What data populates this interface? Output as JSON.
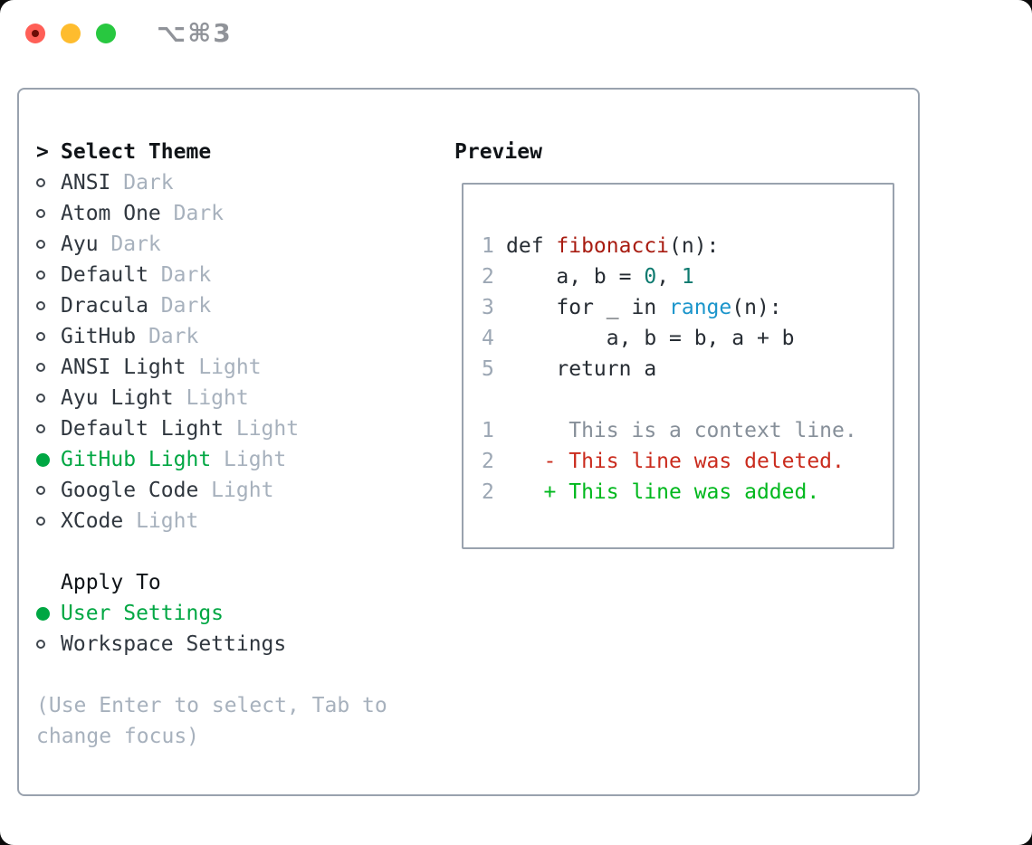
{
  "window": {
    "shortcut_label": "⌥⌘3",
    "traffic_lights": [
      {
        "name": "close",
        "color": "#ff5f57"
      },
      {
        "name": "minimize",
        "color": "#febc2e"
      },
      {
        "name": "zoom",
        "color": "#28c840"
      }
    ]
  },
  "theme_picker": {
    "header": "Select Theme",
    "header_marker": ">",
    "items": [
      {
        "name": "ANSI",
        "tag": "Dark",
        "selected": false
      },
      {
        "name": "Atom One",
        "tag": "Dark",
        "selected": false
      },
      {
        "name": "Ayu",
        "tag": "Dark",
        "selected": false
      },
      {
        "name": "Default",
        "tag": "Dark",
        "selected": false
      },
      {
        "name": "Dracula",
        "tag": "Dark",
        "selected": false
      },
      {
        "name": "GitHub",
        "tag": "Dark",
        "selected": false
      },
      {
        "name": "ANSI Light",
        "tag": "Light",
        "selected": false
      },
      {
        "name": "Ayu Light",
        "tag": "Light",
        "selected": false
      },
      {
        "name": "Default Light",
        "tag": "Light",
        "selected": false
      },
      {
        "name": "GitHub Light",
        "tag": "Light",
        "selected": true
      },
      {
        "name": "Google Code",
        "tag": "Light",
        "selected": false
      },
      {
        "name": "XCode",
        "tag": "Light",
        "selected": false
      }
    ]
  },
  "apply_to": {
    "header": "Apply To",
    "options": [
      {
        "name": "User Settings",
        "selected": true
      },
      {
        "name": "Workspace Settings",
        "selected": false
      }
    ]
  },
  "help": {
    "line1": "(Use Enter to select, Tab to",
    "line2": "change focus)"
  },
  "preview": {
    "title": "Preview",
    "lines": [
      {
        "num": "1",
        "segments": [
          {
            "text": "def ",
            "style": "code"
          },
          {
            "text": "fibonacci",
            "style": "function"
          },
          {
            "text": "(n):",
            "style": "code"
          }
        ]
      },
      {
        "num": "2",
        "segments": [
          {
            "text": "    a, b = ",
            "style": "code"
          },
          {
            "text": "0",
            "style": "number"
          },
          {
            "text": ", ",
            "style": "code"
          },
          {
            "text": "1",
            "style": "number"
          }
        ]
      },
      {
        "num": "3",
        "segments": [
          {
            "text": "    for _ in ",
            "style": "code"
          },
          {
            "text": "range",
            "style": "builtin"
          },
          {
            "text": "(n):",
            "style": "code"
          }
        ]
      },
      {
        "num": "4",
        "segments": [
          {
            "text": "        a, b = b, a + b",
            "style": "code"
          }
        ]
      },
      {
        "num": "5",
        "segments": [
          {
            "text": "    return a",
            "style": "code"
          }
        ]
      },
      {
        "num": "",
        "segments": []
      },
      {
        "num": "1",
        "segments": [
          {
            "text": "     This is a context line.",
            "style": "context"
          }
        ]
      },
      {
        "num": "2",
        "segments": [
          {
            "text": "   - This line was deleted.",
            "style": "deleted"
          }
        ]
      },
      {
        "num": "2",
        "segments": [
          {
            "text": "   + This line was added.",
            "style": "added"
          }
        ]
      }
    ]
  },
  "colors": {
    "selection_green": "#00a743",
    "added_green": "#00b81d",
    "deleted_red": "#ca2b1d",
    "function_red": "#a81c11",
    "number_teal": "#0d7a6f",
    "builtin_blue": "#1b95cb",
    "border_gray": "#99a2ae",
    "muted_gray": "#a7b1bd"
  }
}
